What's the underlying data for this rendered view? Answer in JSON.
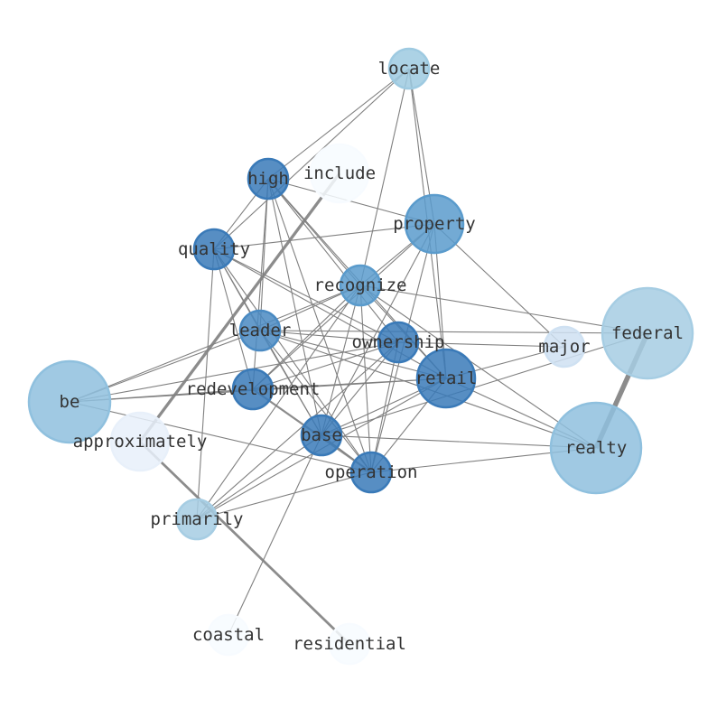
{
  "graph": {
    "type": "network",
    "nodes": [
      {
        "id": "locate",
        "label": "locate",
        "color": "#9ecae1"
      },
      {
        "id": "include",
        "label": "include",
        "color": "#f7fbff"
      },
      {
        "id": "high",
        "label": "high",
        "color": "#3a7ab8"
      },
      {
        "id": "property",
        "label": "property",
        "color": "#5a9bcc"
      },
      {
        "id": "quality",
        "label": "quality",
        "color": "#3a7ab8"
      },
      {
        "id": "recognize",
        "label": "recognize",
        "color": "#5a9bcc"
      },
      {
        "id": "leader",
        "label": "leader",
        "color": "#4a8ac2"
      },
      {
        "id": "ownership",
        "label": "ownership",
        "color": "#3a7ab8"
      },
      {
        "id": "federal",
        "label": "federal",
        "color": "#a6cde3"
      },
      {
        "id": "major",
        "label": "major",
        "color": "#cfe1f2"
      },
      {
        "id": "retail",
        "label": "retail",
        "color": "#3a7ab8"
      },
      {
        "id": "be",
        "label": "be",
        "color": "#8fc0de"
      },
      {
        "id": "redevelopment",
        "label": "redevelopment",
        "color": "#3a7ab8"
      },
      {
        "id": "approximately",
        "label": "approximately",
        "color": "#e8f0fa"
      },
      {
        "id": "base",
        "label": "base",
        "color": "#3a7ab8"
      },
      {
        "id": "realty",
        "label": "realty",
        "color": "#8fc0de"
      },
      {
        "id": "operation",
        "label": "operation",
        "color": "#3a7ab8"
      },
      {
        "id": "primarily",
        "label": "primarily",
        "color": "#a6cde3"
      },
      {
        "id": "coastal",
        "label": "coastal",
        "color": "#f7fbff"
      },
      {
        "id": "residential",
        "label": "residential",
        "color": "#f7fbff"
      }
    ],
    "edges": [
      [
        "locate",
        "high",
        1
      ],
      [
        "locate",
        "quality",
        1
      ],
      [
        "locate",
        "recognize",
        1
      ],
      [
        "locate",
        "property",
        1
      ],
      [
        "locate",
        "retail",
        1
      ],
      [
        "high",
        "quality",
        1
      ],
      [
        "high",
        "property",
        1
      ],
      [
        "high",
        "leader",
        1
      ],
      [
        "high",
        "redevelopment",
        1
      ],
      [
        "high",
        "base",
        1
      ],
      [
        "high",
        "operation",
        1
      ],
      [
        "high",
        "recognize",
        1
      ],
      [
        "high",
        "ownership",
        1
      ],
      [
        "high",
        "retail",
        1
      ],
      [
        "quality",
        "property",
        1
      ],
      [
        "quality",
        "leader",
        1
      ],
      [
        "quality",
        "redevelopment",
        1
      ],
      [
        "quality",
        "base",
        1
      ],
      [
        "quality",
        "operation",
        1
      ],
      [
        "quality",
        "ownership",
        1
      ],
      [
        "quality",
        "retail",
        1
      ],
      [
        "quality",
        "primarily",
        1
      ],
      [
        "recognize",
        "leader",
        1
      ],
      [
        "recognize",
        "redevelopment",
        1
      ],
      [
        "recognize",
        "base",
        1
      ],
      [
        "recognize",
        "primarily",
        1
      ],
      [
        "recognize",
        "federal",
        1
      ],
      [
        "recognize",
        "retail",
        1
      ],
      [
        "recognize",
        "operation",
        1
      ],
      [
        "recognize",
        "realty",
        1
      ],
      [
        "recognize",
        "property",
        1
      ],
      [
        "property",
        "base",
        1
      ],
      [
        "property",
        "redevelopment",
        1
      ],
      [
        "property",
        "retail",
        1
      ],
      [
        "property",
        "major",
        1
      ],
      [
        "property",
        "operation",
        1
      ],
      [
        "leader",
        "be",
        1
      ],
      [
        "leader",
        "ownership",
        1
      ],
      [
        "leader",
        "federal",
        1
      ],
      [
        "leader",
        "retail",
        1
      ],
      [
        "leader",
        "base",
        1
      ],
      [
        "leader",
        "operation",
        1
      ],
      [
        "leader",
        "realty",
        1
      ],
      [
        "ownership",
        "be",
        1
      ],
      [
        "ownership",
        "redevelopment",
        1
      ],
      [
        "ownership",
        "base",
        1
      ],
      [
        "ownership",
        "operation",
        1
      ],
      [
        "ownership",
        "major",
        1
      ],
      [
        "ownership",
        "primarily",
        1
      ],
      [
        "retail",
        "be",
        1
      ],
      [
        "retail",
        "redevelopment",
        1
      ],
      [
        "retail",
        "base",
        1
      ],
      [
        "retail",
        "primarily",
        1
      ],
      [
        "retail",
        "operation",
        1
      ],
      [
        "retail",
        "major",
        1
      ],
      [
        "retail",
        "realty",
        1
      ],
      [
        "be",
        "operation",
        1
      ],
      [
        "be",
        "redevelopment",
        1
      ],
      [
        "be",
        "recognize",
        1
      ],
      [
        "base",
        "primarily",
        1
      ],
      [
        "base",
        "coastal",
        1
      ],
      [
        "base",
        "federal",
        1
      ],
      [
        "base",
        "realty",
        1
      ],
      [
        "base",
        "operation",
        1
      ],
      [
        "operation",
        "realty",
        1
      ],
      [
        "operation",
        "primarily",
        1
      ],
      [
        "redevelopment",
        "operation",
        2
      ],
      [
        "federal",
        "realty",
        5
      ],
      [
        "include",
        "approximately",
        3
      ],
      [
        "approximately",
        "residential",
        2.5
      ]
    ]
  }
}
